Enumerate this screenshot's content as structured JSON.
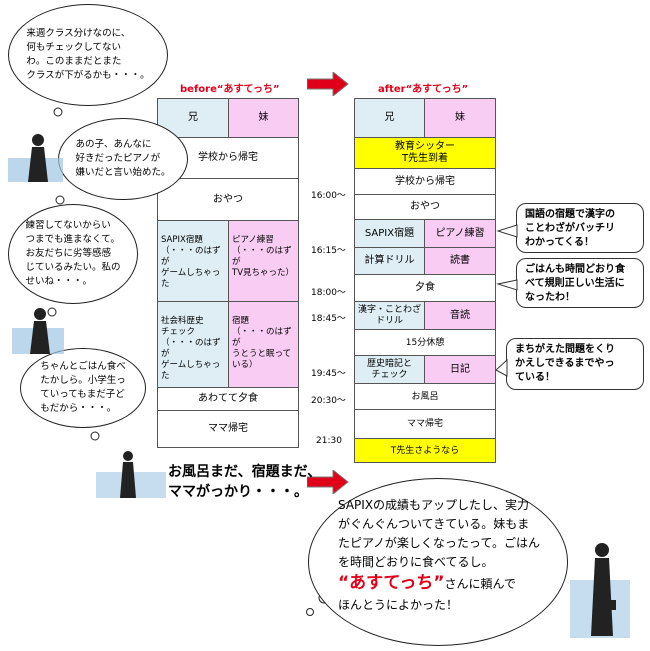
{
  "before": {
    "header": "before“あすてっち”",
    "col_heads": [
      "兄",
      "妹"
    ],
    "rows": {
      "school": "学校から帰宅",
      "snack": "おやつ",
      "sapix": "SAPIX宿題\n（・・・のはずが\nゲームしちゃった",
      "piano": "ピアノ練習\n（・・・のはずが\nTV見ちゃった）",
      "social": "社会科歴史\nチェック\n（・・・のはずが\nゲームしちゃった",
      "homework": "宿題\n（・・・のはずが\nうとうと眠って\nいる）",
      "dinner": "あわてて夕食",
      "mama": "ママ帰宅"
    }
  },
  "after": {
    "header": "after“あすてっち”",
    "col_heads": [
      "兄",
      "妹"
    ],
    "rows": {
      "sitter": "教育シッター\nT先生到着",
      "school": "学校から帰宅",
      "snack": "おやつ",
      "sapix": "SAPIX宿題",
      "piano": "ピアノ練習",
      "drill": "計算ドリル",
      "reading": "読書",
      "dinner": "夕食",
      "kanji": "漢字・ことわざ\nドリル",
      "ondoku": "音読",
      "break": "15分休憩",
      "history": "歴史暗記と\nチェック",
      "diary": "日記",
      "bath": "お風呂",
      "mama": "ママ帰宅",
      "bye": "T先生さようなら"
    }
  },
  "times": {
    "t1600": "16:00～",
    "t1615": "16:15～",
    "t1800": "18:00～",
    "t1845": "18:45～",
    "t1945": "19:45～",
    "t2030": "20:30～",
    "t2130": "21:30"
  },
  "bubbles": {
    "b1": "来週クラス分けなのに、\n何もチェックしてない\nわ。このままだとまた\nクラスが下がるかも・・・。",
    "b2": "あの子、あんなに\n好きだったピアノが\n嫌いだと言い始めた。",
    "b3": "練習してないからい\nつまでも進まなくて。\nお友だちに劣等感感\nじているみたい。私の\nせいね・・・。",
    "b4": "ちゃんとごはん食べ\nたかしら。小学生っ\nていってもまだ子ど\nもだから・・・。",
    "hand": "お風呂まだ、宿題まだ、\nママがっかり・・・。"
  },
  "notes": {
    "n1": "国語の宿題で漢字の\nことわざがバッチリ\nわかってくる！",
    "n2": "ごはんも時間どおり食\nべて規則正しい生活に\nなったわ！",
    "n3": "まちがえた問題をくり\nかえしできるまでやっ\nている！"
  },
  "final": {
    "line1": "SAPIXの成績もアップしたし、実力\nがぐんぐんついてきている。妹もま\nたピアノが楽しくなったって。ごはん\nを時間どおりに食べてるし。",
    "brand": "“あすてっち”",
    "line2": "さんに頼んで",
    "line3": "ほんとうによかった！"
  },
  "colors": {
    "red": "#e0001a",
    "blue": "#deeef4",
    "pink": "#f9ccf4",
    "yellow": "#ffff00"
  }
}
